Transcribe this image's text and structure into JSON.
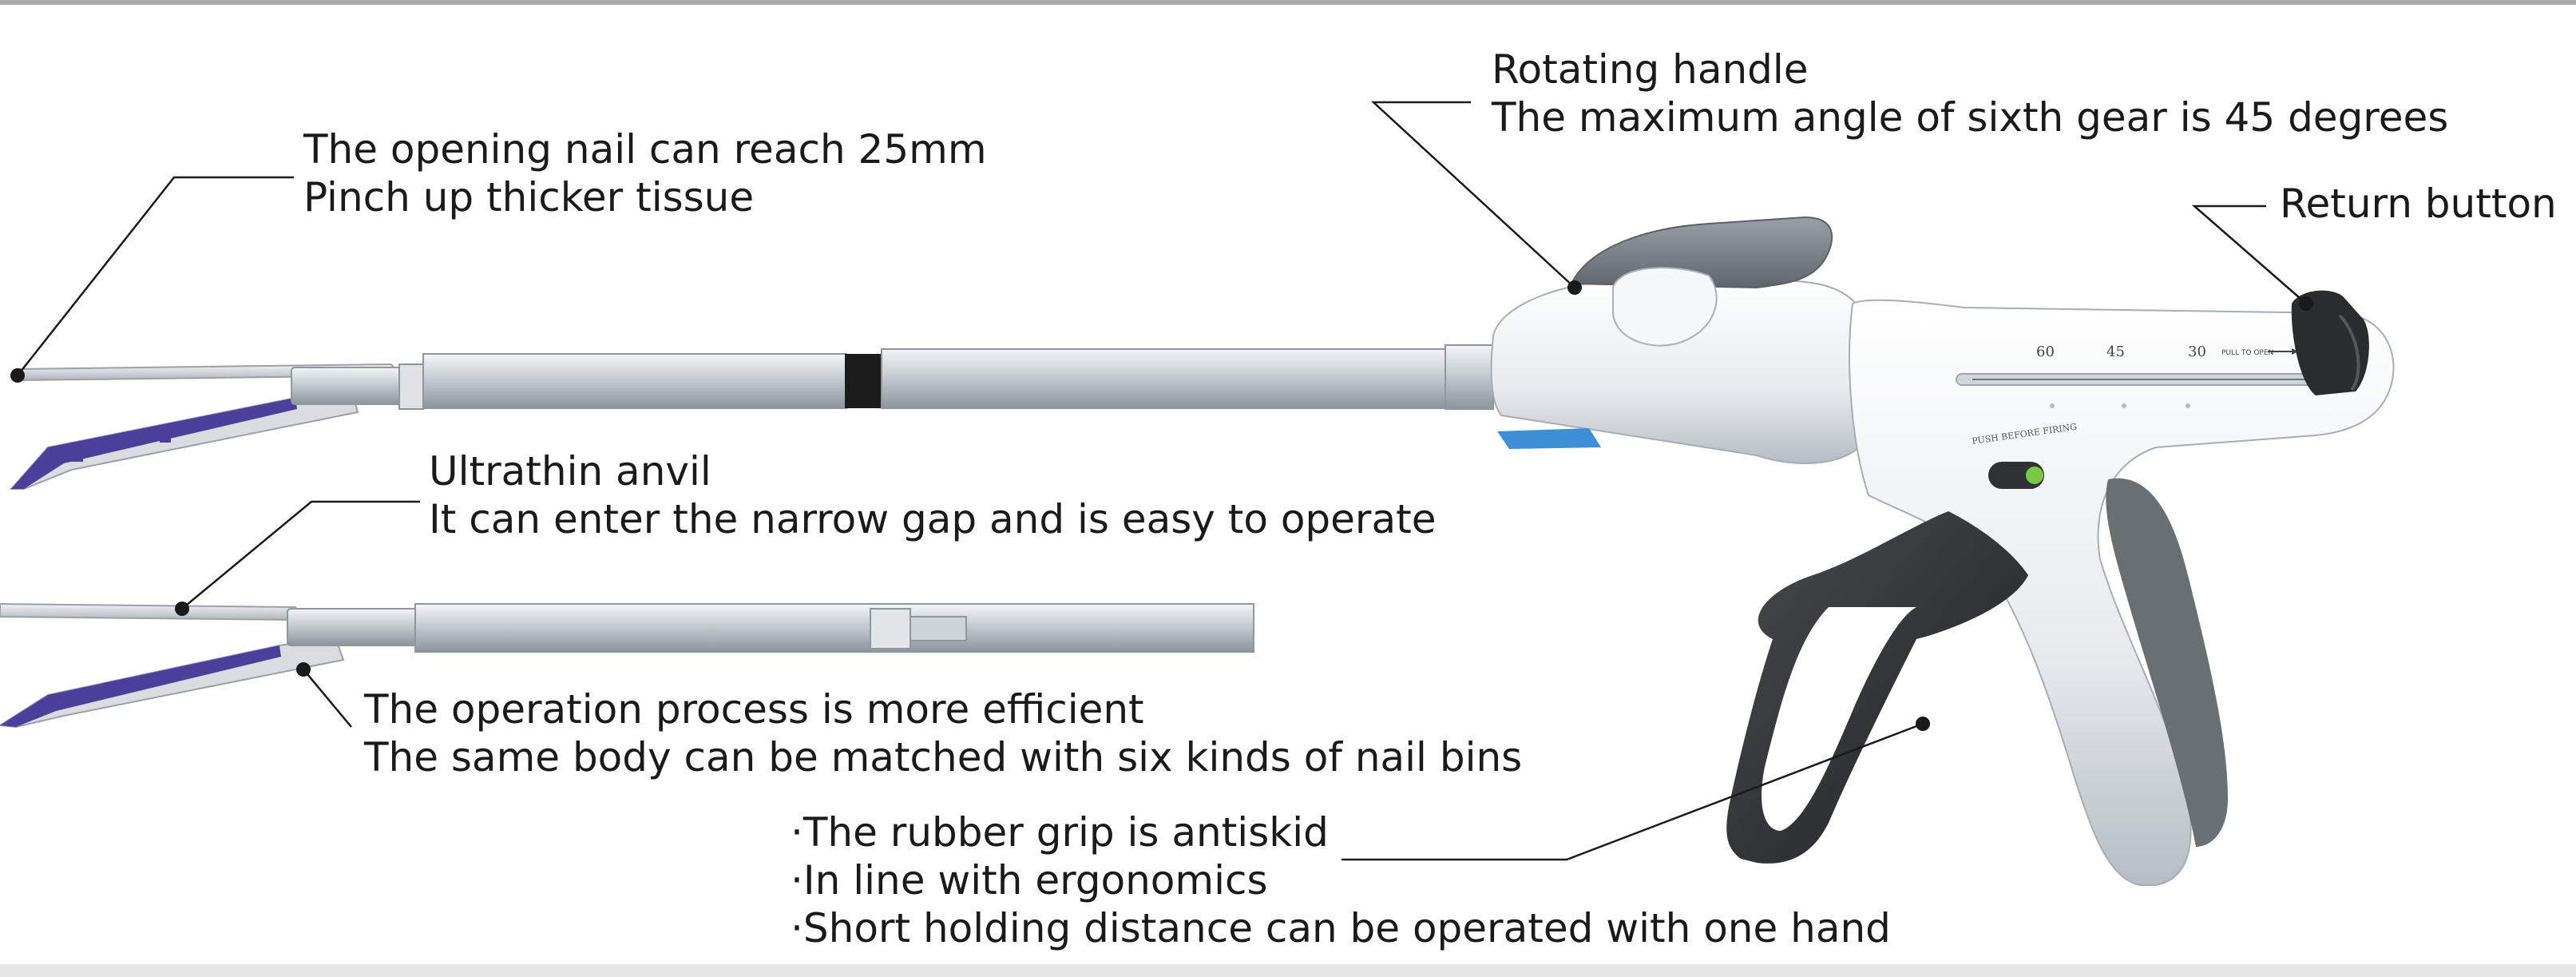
{
  "callouts": {
    "opening_nail": {
      "line1": "The opening nail can reach 25mm",
      "line2": "Pinch up thicker tissue"
    },
    "ultrathin_anvil": {
      "line1": "Ultrathin anvil",
      "line2": "It can enter the narrow gap and is easy to operate"
    },
    "operation_process": {
      "line1": "The operation process is more efficient",
      "line2": "The same body can be matched with six kinds of nail bins"
    },
    "rubber_grip": {
      "line1": "·The rubber grip is antiskid",
      "line2": "·In line with ergonomics",
      "line3": "·Short holding distance can be operated with one hand"
    },
    "rotating_handle": {
      "line1": "Rotating handle",
      "line2": "The maximum angle of sixth gear is 45 degrees"
    },
    "return_button": {
      "line1": "Return button"
    }
  },
  "device_markings": {
    "scale_60": "60",
    "scale_45": "45",
    "scale_30": "30",
    "scale_pull": "PULL TO OPEN",
    "push_label": "PUSH BEFORE FIRING"
  },
  "colors": {
    "body_white": "#eef0f2",
    "body_shadow": "#c9ced3",
    "metal": "#b8bec4",
    "grip_dark": "#2e2f31",
    "cartridge_purple": "#4a3f9a",
    "accent_blue": "#3d8fd6",
    "indicator_green": "#7ac943",
    "leader_line": "#1a1a1a"
  }
}
